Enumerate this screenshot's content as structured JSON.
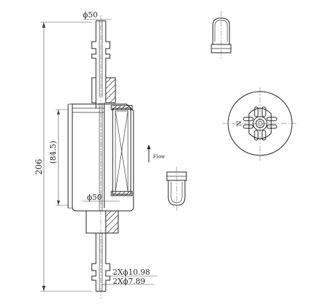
{
  "dimensions": {
    "top_diameter": "ϕ50",
    "overall_length": "206",
    "body_length": "(84.5)",
    "bottom_diameter": "ϕ50",
    "callout_outer": "2Xϕ10.98",
    "callout_inner": "2Xϕ7.89"
  },
  "flow_label": "Flow",
  "end_view_label": "N"
}
